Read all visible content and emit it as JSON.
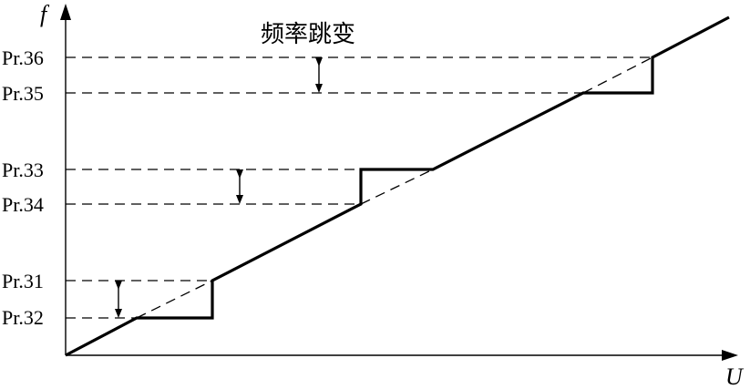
{
  "diagram": {
    "title": "频率跳变",
    "axes": {
      "y_label": "f",
      "x_label": "U"
    },
    "levels": [
      {
        "label": "Pr.36"
      },
      {
        "label": "Pr.35"
      },
      {
        "label": "Pr.33"
      },
      {
        "label": "Pr.34"
      },
      {
        "label": "Pr.31"
      },
      {
        "label": "Pr.32"
      }
    ],
    "jumps": [
      {
        "upper": "Pr.31",
        "lower": "Pr.32"
      },
      {
        "upper": "Pr.33",
        "lower": "Pr.34"
      },
      {
        "upper": "Pr.36",
        "lower": "Pr.35"
      }
    ]
  }
}
